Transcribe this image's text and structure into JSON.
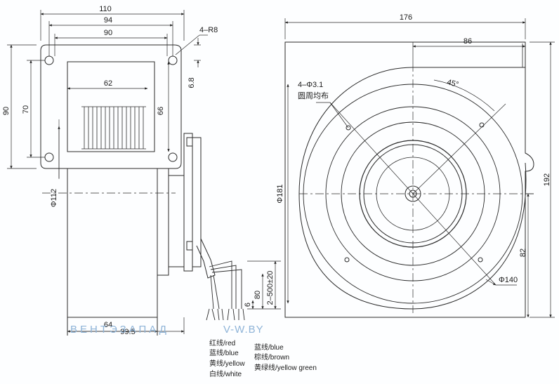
{
  "dimensions": {
    "w110": "110",
    "w94": "94",
    "w90": "90",
    "r8": "4–R8",
    "w62": "62",
    "h6_8": "6.8",
    "h90": "90",
    "h70": "70",
    "h66": "66",
    "d112": "Φ112",
    "w64": "64",
    "w99_5": "99.5",
    "w176": "176",
    "w86": "86",
    "holes": "4–Φ3.1",
    "holes_cn": "圆周均布",
    "angle45": "45°",
    "d181": "Φ181",
    "h192": "192",
    "h82": "82",
    "d140": "Φ140",
    "lead_len": "2–500±20",
    "h80": "80",
    "h6": "6"
  },
  "wires_left": [
    "红线/red",
    "蓝线/blue",
    "黄线/yellow",
    "白线/white"
  ],
  "wires_right": [
    "蓝线/blue",
    "棕线/brown",
    "黄绿线/yellow  green"
  ],
  "watermark": {
    "text1": "ВЕНТЭЗАПАД",
    "text2": "V-W.BY"
  },
  "colors": {
    "line": "#2a2a2a",
    "watermark": "#8fb4d8"
  }
}
